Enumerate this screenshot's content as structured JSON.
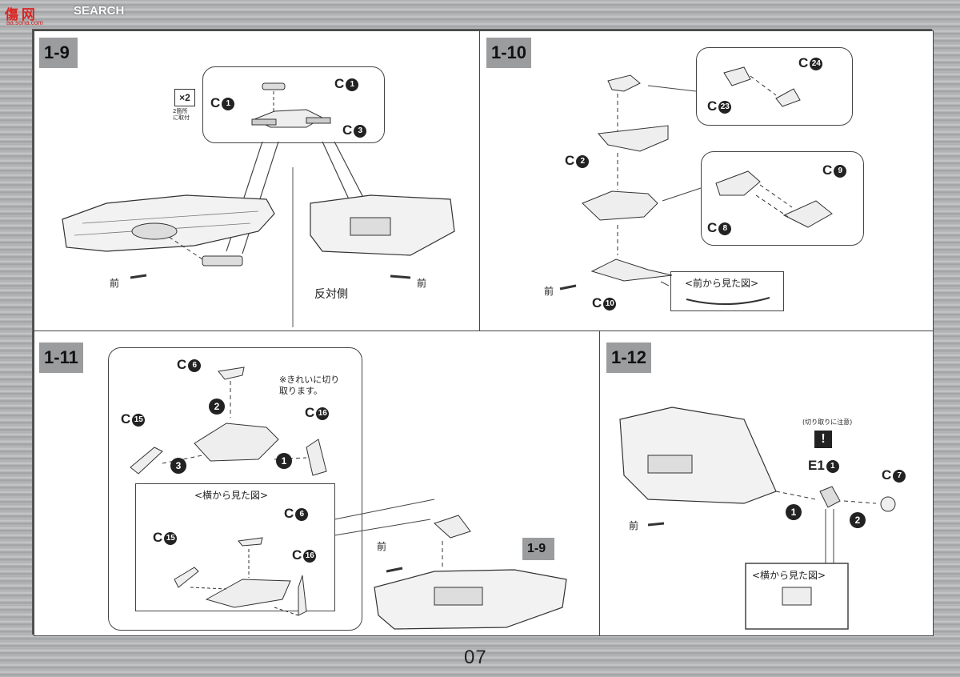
{
  "logo": {
    "cn": "傷 网",
    "search": "SEARCH",
    "url": "aa.sona.com"
  },
  "page_number": "07",
  "steps": {
    "s1_9": {
      "badge": "1",
      "sub": "-9",
      "x2": "×2",
      "x2_note": "2箇所\nに取付",
      "c1a": "C",
      "c1b": "C",
      "c3": "C",
      "front": "前",
      "front2": "前",
      "opposite": "反対側"
    },
    "s1_10": {
      "badge": "1",
      "sub": "-10",
      "c24": "C",
      "c23": "C",
      "c2": "C",
      "c9": "C",
      "c8": "C",
      "c10": "C",
      "front": "前",
      "front_view": "<前から見た図>"
    },
    "s1_11": {
      "badge": "1",
      "sub": "-11",
      "c6": "C",
      "c15": "C",
      "c16": "C",
      "note": "※きれいに切り\n取ります。",
      "side_view": "<横から見た図>",
      "c6b": "C",
      "c15b": "C",
      "c16b": "C",
      "front": "前",
      "ref": "1-9"
    },
    "s1_12": {
      "badge": "1",
      "sub": "-12",
      "caution": "(切り取りに注意)",
      "e1": "E1",
      "c7": "C",
      "front": "前",
      "side_view": "<横から見た図>"
    }
  },
  "numbers": {
    "n1": "1",
    "n2": "2",
    "n3": "3",
    "n6": "6",
    "n7": "7",
    "n8": "8",
    "n9": "9",
    "n10": "10",
    "n15": "15",
    "n16": "16",
    "n23": "23",
    "n24": "24"
  }
}
